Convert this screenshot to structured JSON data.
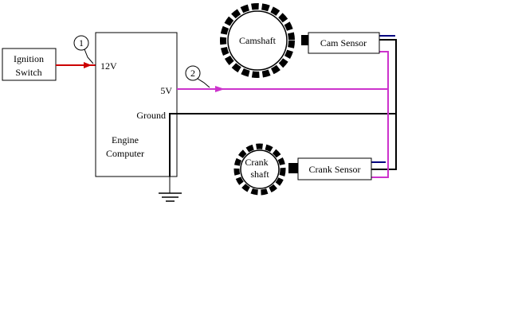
{
  "ignition_switch": {
    "line1": "Ignition",
    "line2": "Switch"
  },
  "engine_computer": {
    "pin_12v": "12V",
    "pin_5v": "5V",
    "pin_ground": "Ground",
    "label_line1": "Engine",
    "label_line2": "Computer"
  },
  "callouts": {
    "one": "1",
    "two": "2"
  },
  "camshaft": {
    "label": "Camshaft"
  },
  "crankshaft": {
    "line1": "Crank",
    "line2": "shaft"
  },
  "cam_sensor": {
    "label": "Cam Sensor"
  },
  "crank_sensor": {
    "label": "Crank Sensor"
  },
  "colors": {
    "wire_12v": "#cc0000",
    "wire_5v": "#cc33cc",
    "wire_ground": "#000000",
    "wire_signal": "#000080"
  }
}
